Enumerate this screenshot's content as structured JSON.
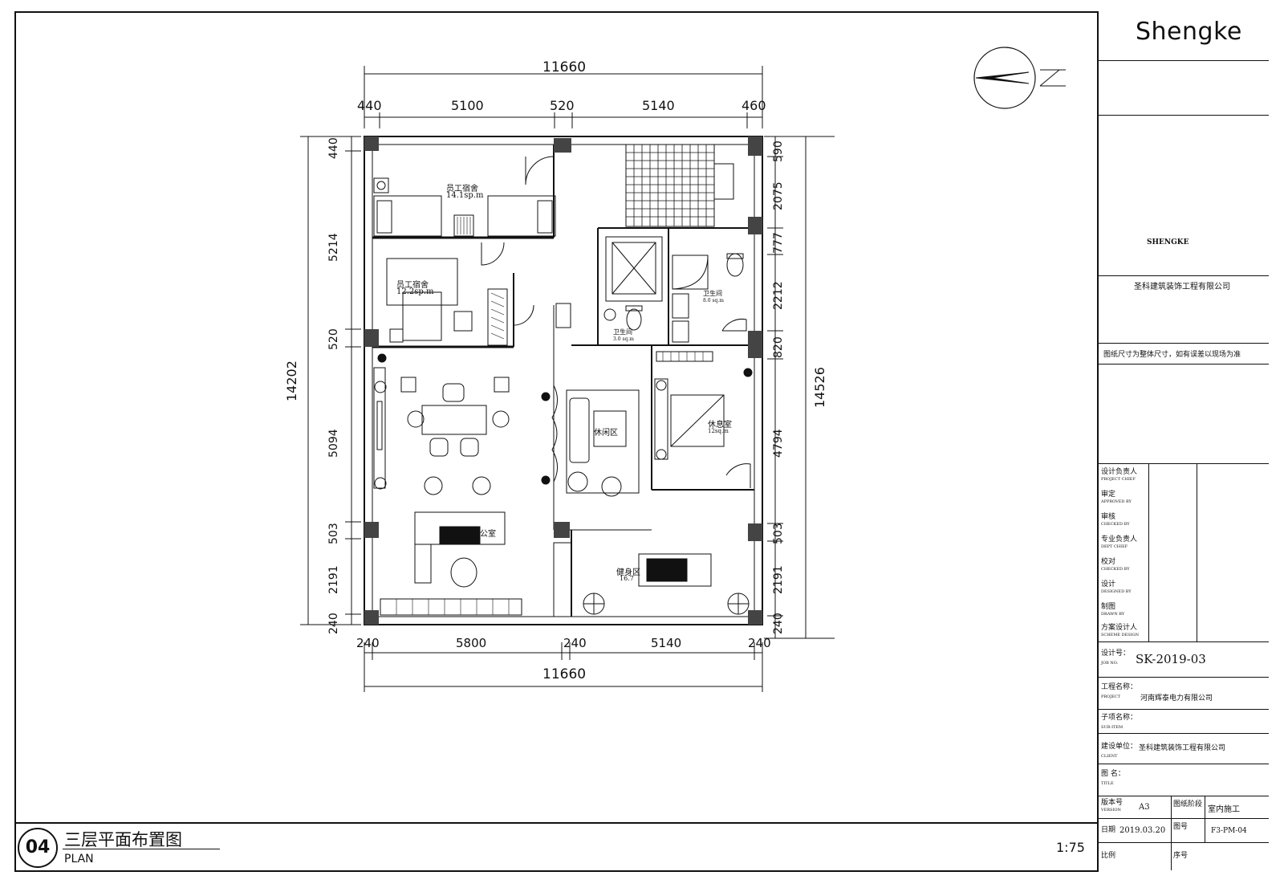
{
  "drawing": {
    "dims": {
      "top_total": "11660",
      "top_segments": [
        "440",
        "5100",
        "520",
        "5140",
        "460"
      ],
      "bottom_segments": [
        "240",
        "5800",
        "240",
        "5140",
        "240"
      ],
      "bottom_total": "11660",
      "left_total": "14202",
      "left_segments": [
        "440",
        "5214",
        "520",
        "5094",
        "503",
        "2191",
        "240"
      ],
      "right_total": "14526",
      "right_segments": [
        "590",
        "2075",
        "777",
        "2212",
        "820",
        "4794",
        "503",
        "2191",
        "240"
      ]
    },
    "rooms": {
      "dorm1_name": "员工宿舍",
      "dorm1_area": "14.1sp.m",
      "dorm2_name": "员工宿舍",
      "dorm2_area": "12.2sp.m",
      "bath1_name": "卫生间",
      "bath1_area": "8.0 sq.m",
      "bath2_name": "卫生间",
      "bath2_area": "3.0 sq.m",
      "rest_name": "休息室",
      "rest_area": "12sq.m",
      "lounge_name": "休闲区",
      "gym_name": "健身区",
      "gym_area": "16.7",
      "office_name": "公室"
    }
  },
  "title_block": {
    "brand": "Shengke",
    "logo_caption": "SHENGKE",
    "company": "圣科建筑装饰工程有限公司",
    "notes_header": "图纸尺寸为整体尺寸，如有误差以现场为准",
    "job_no_label": "设计号：",
    "job_no_label_en": "JOB NO.",
    "job_no": "SK-2019-03",
    "project_label": "工程名称：",
    "project_label_en": "PROJECT",
    "project": "河南辉泰电力有限公司",
    "subitem_label": "子项名称：",
    "subitem_label_en": "SUB-ITEM",
    "client_label": "建设单位：",
    "client_label_en": "CLIENT",
    "client": "圣科建筑装饰工程有限公司",
    "drawing_name_label": "图 名：",
    "drawing_name_label_en": "TITLE",
    "version_label": "版本号",
    "version_label_en": "VERSION",
    "version": "A3",
    "stage_label": "图纸阶段",
    "stage": "室内施工",
    "date_label": "日期",
    "date": "2019.03.20",
    "sheet_label": "图号",
    "sheet_no": "F3-PM-04",
    "scale_label": "比例",
    "seq_label": "序号",
    "roles": [
      "设计负责人",
      "审定",
      "审核",
      "专业负责人",
      "校对",
      "设计",
      "制图",
      "方案设计人"
    ],
    "roles_en": [
      "PROJECT CHIEF",
      "APPROVED BY",
      "CHECKED BY",
      "DEPT CHIEF",
      "CHECKED BY",
      "DESIGNED BY",
      "DRAWN BY",
      "SCHEME DESIGN"
    ]
  },
  "footer": {
    "number": "04",
    "title": "三层平面布置图",
    "subtitle": "PLAN",
    "scale": "1:75"
  },
  "colors": {
    "line": "#111111",
    "column_fill": "#444444"
  }
}
